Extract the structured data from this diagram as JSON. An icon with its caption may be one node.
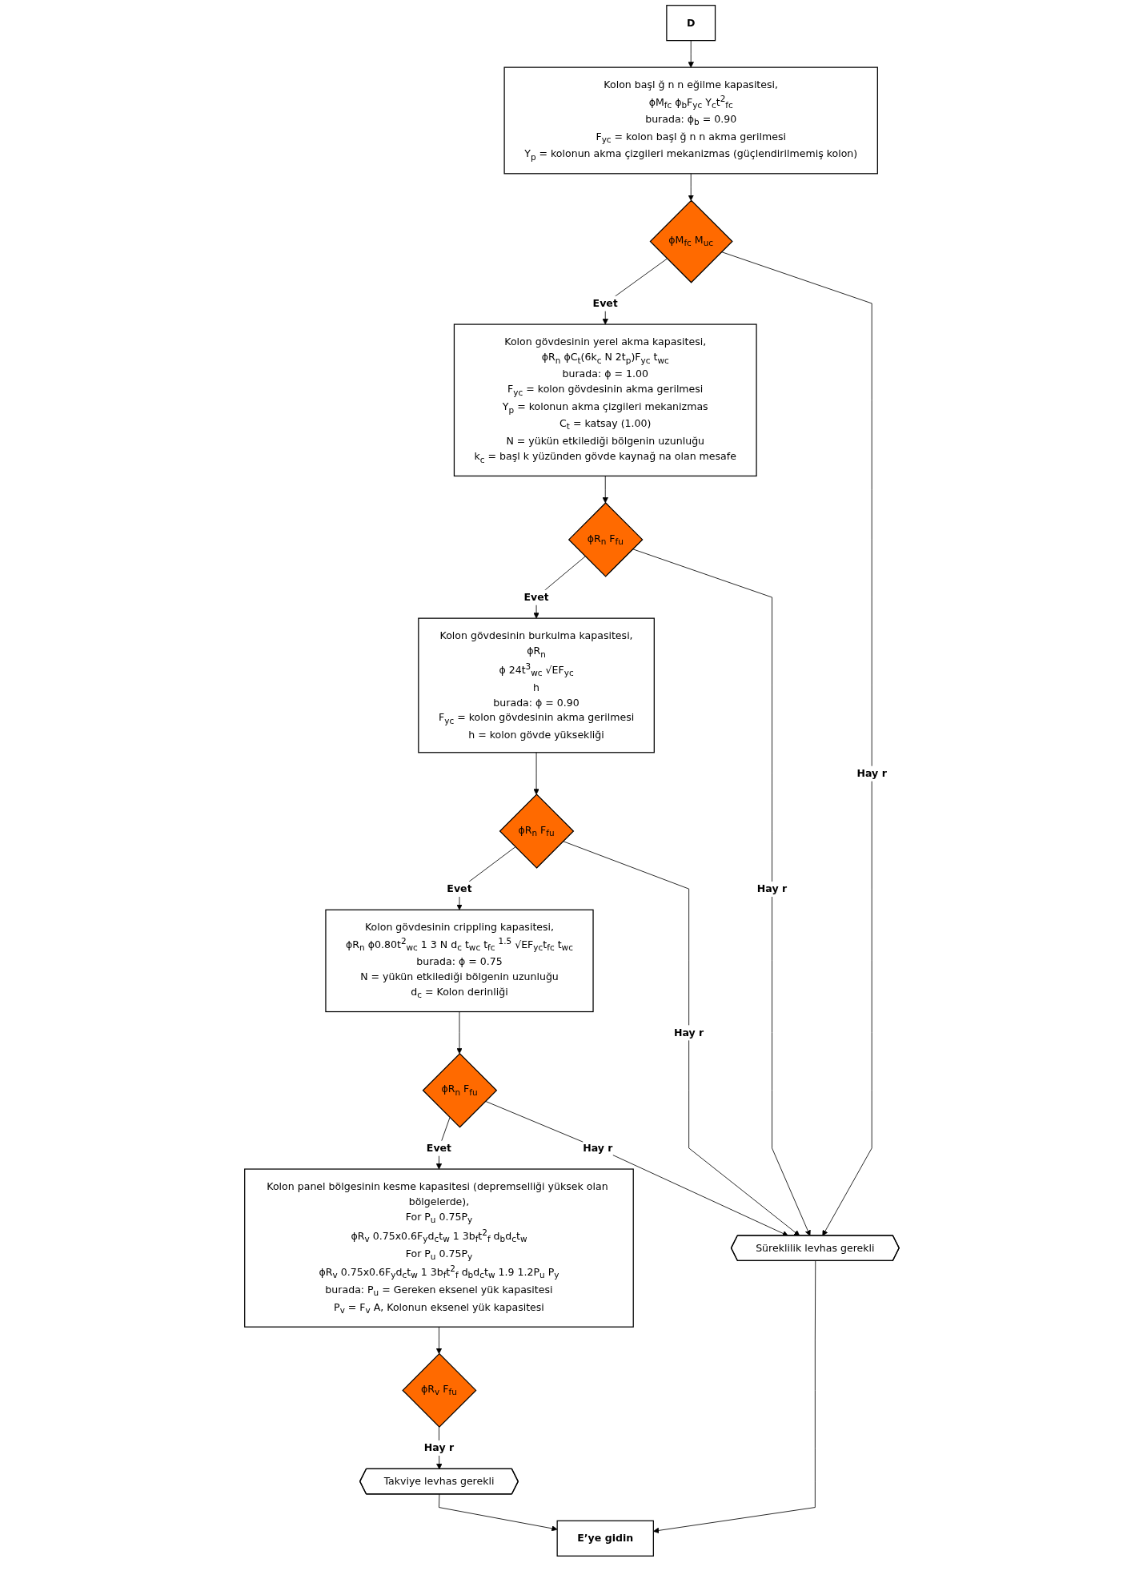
{
  "diagram": {
    "nodes": [
      {
        "text": [
          "D"
        ]
      },
      {
        "text": [
          "Kolon başl ğ n n eğilme kapasitesi,",
          "ϕM$_{fc}$ ϕ$_{b}$F$_{yc}$ Y$_{c}$t$^{2}$$_{fc}$",
          "burada: ϕ$_{b}$ = 0.90",
          "F$_{yc}$ = kolon başl ğ n n akma gerilmesi",
          "Y$_{p}$ = kolonun akma çizgileri mekanizmas (güçlendirilmemiş kolon)"
        ]
      },
      {
        "text": [
          "ϕM$_{fc}$ M$_{uc}$"
        ]
      },
      {
        "text": [
          "Kolon gövdesinin yerel akma kapasitesi,",
          "ϕR$_{n}$ ϕC$_{t}$(6k$_{c}$ N 2t$_{p}$)F$_{yc}$ t$_{wc}$",
          "burada: ϕ = 1.00",
          "F$_{yc}$ = kolon gövdesinin akma gerilmesi",
          "Y$_{p}$ = kolonun akma çizgileri mekanizmas",
          "C$_{t}$ = katsay (1.00)",
          "N = yükün etkilediği bölgenin uzunluğu",
          "k$_{c}$ = başl k yüzünden gövde kaynağ na olan mesafe"
        ]
      },
      {
        "text": [
          "ϕR$_{n}$ F$_{fu}$"
        ]
      },
      {
        "text": [
          "Kolon gövdesinin burkulma kapasitesi,",
          "ϕR$_{n}$",
          "ϕ 24t$^{3}$$_{wc}$ √EF$_{yc}$",
          "h",
          "burada: ϕ = 0.90",
          "F$_{yc}$ = kolon gövdesinin akma gerilmesi",
          "h = kolon gövde yüksekliği"
        ]
      },
      {
        "text": [
          "ϕR$_{n}$ F$_{fu}$"
        ]
      },
      {
        "text": [
          "Kolon gövdesinin crippling kapasitesi,",
          "ϕR$_{n}$ ϕ0.80t$^{2}$$_{wc}$ 1 3 N d$_{c}$ t$_{wc}$ t$_{fc}$ $^{1.5}$ √EF$_{yc}$t$_{fc}$ t$_{wc}$",
          "burada: ϕ = 0.75",
          "N = yükün etkilediği bölgenin uzunluğu",
          "d$_{c}$ = Kolon derinliği"
        ]
      },
      {
        "text": [
          "ϕR$_{n}$ F$_{fu}$"
        ]
      },
      {
        "text": [
          "Kolon panel bölgesinin kesme kapasitesi (depremselliği yüksek olan bölgelerde),",
          "For P$_{u}$ 0.75P$_{y}$",
          "ϕR$_{v}$ 0.75x0.6F$_{y}$d$_{c}$t$_{w}$ 1 3b$_{f}$t$^{2}$$_{f}$ d$_{b}$d$_{c}$t$_{w}$",
          "For P$_{u}$ 0.75P$_{y}$",
          "ϕR$_{v}$ 0.75x0.6F$_{y}$d$_{c}$t$_{w}$ 1 3b$_{f}$t$^{2}$$_{f}$ d$_{b}$d$_{c}$t$_{w}$ 1.9 1.2P$_{u}$ P$_{y}$",
          "burada: P$_{u}$ = Gereken eksenel yük kapasitesi",
          "P$_{v}$ = F$_{v}$ A, Kolonun eksenel yük kapasitesi"
        ]
      },
      {
        "text": [
          "ϕR$_{v}$ F$_{fu}$"
        ]
      },
      {
        "text": [
          "Takviye levhas gerekli"
        ]
      },
      {
        "text": [
          "Süreklilik levhas gerekli"
        ]
      },
      {
        "text": [
          "E’ye gidin"
        ]
      }
    ],
    "edges": [
      {
        "from": 0,
        "to": 1,
        "arrow": "to"
      },
      {
        "from": 1,
        "to": 2,
        "arrow": "to"
      },
      {
        "from": 2,
        "to": 3,
        "arrow": "to",
        "label": "Evet"
      },
      {
        "from": 3,
        "to": 4,
        "arrow": "to"
      },
      {
        "from": 4,
        "to": 5,
        "arrow": "to",
        "label": "Evet"
      },
      {
        "from": 5,
        "to": 6,
        "arrow": "to"
      },
      {
        "from": 6,
        "to": 7,
        "arrow": "to",
        "label": "Evet"
      },
      {
        "from": 7,
        "to": 8,
        "arrow": "to"
      },
      {
        "from": 8,
        "to": 9,
        "arrow": "to",
        "label": "Evet"
      },
      {
        "from": 9,
        "to": 10,
        "arrow": "to"
      },
      {
        "from": 10,
        "to": 11,
        "arrow": "to",
        "label": "Hay r"
      },
      {
        "from": 2,
        "to": 12,
        "arrow": "to",
        "label": "Hay r"
      },
      {
        "from": 4,
        "to": 12,
        "arrow": "to",
        "label": "Hay r"
      },
      {
        "from": 6,
        "to": 12,
        "arrow": "to",
        "label": "Hay r"
      },
      {
        "from": 8,
        "to": 12,
        "arrow": "to",
        "label": "Hay r"
      },
      {
        "from": 11,
        "to": 13,
        "arrow": "to"
      },
      {
        "from": 12,
        "to": 13,
        "arrow": "to"
      }
    ]
  }
}
